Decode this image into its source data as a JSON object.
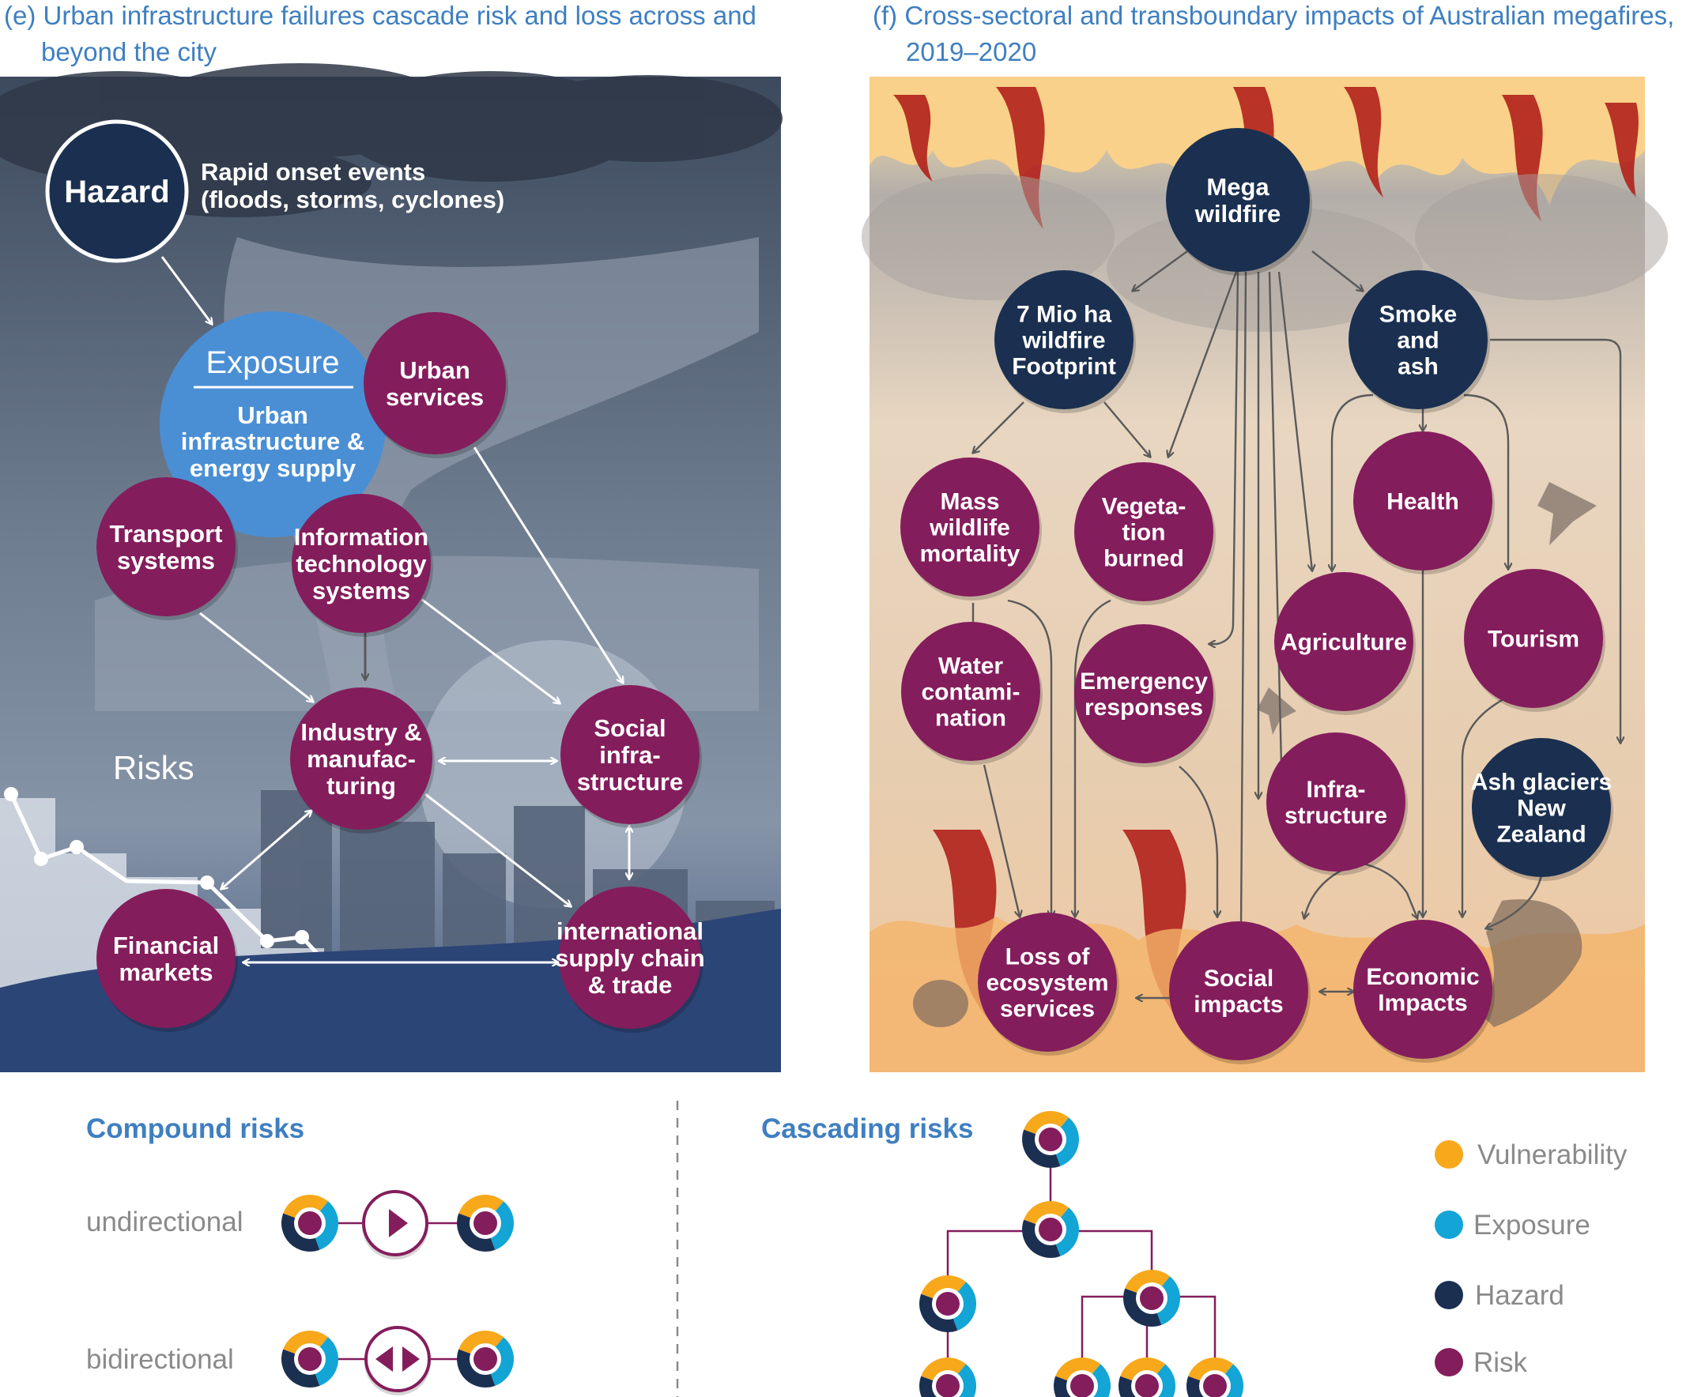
{
  "panel_e": {
    "title_line1": "(e)  Urban infrastructure failures cascade risk and loss across and",
    "title_line2": "beyond the city",
    "hazard": {
      "label": "Hazard",
      "caption_line1": "Rapid onset events",
      "caption_line2": "(floods, storms, cyclones)"
    },
    "exposure": {
      "title": "Exposure",
      "line1": "Urban",
      "line2": "infrastructure &",
      "line3": "energy supply"
    },
    "risks_label": "Risks",
    "nodes": [
      {
        "lines": [
          "Urban",
          "services"
        ]
      },
      {
        "lines": [
          "Transport",
          "systems"
        ]
      },
      {
        "lines": [
          "Information",
          "technology",
          "systems"
        ]
      },
      {
        "lines": [
          "Industry &",
          "manufac-",
          "turing"
        ]
      },
      {
        "lines": [
          "Social",
          "infra-",
          "structure"
        ]
      },
      {
        "lines": [
          "Financial",
          "markets"
        ]
      },
      {
        "lines": [
          "international",
          "supply chain",
          "& trade"
        ]
      }
    ]
  },
  "panel_f": {
    "title_line1": "(f)  Cross-sectoral and transboundary impacts of Australian megafires,",
    "title_line2": "2019–2020",
    "nodes": [
      {
        "lines": [
          "Mega",
          "wildfire"
        ]
      },
      {
        "lines": [
          "7 Mio ha",
          "wildfire",
          "Footprint"
        ]
      },
      {
        "lines": [
          "Smoke",
          "and",
          "ash"
        ]
      },
      {
        "lines": [
          "Mass",
          "wildlife",
          "mortality"
        ]
      },
      {
        "lines": [
          "Vegeta-",
          "tion",
          "burned"
        ]
      },
      {
        "lines": [
          "Health"
        ]
      },
      {
        "lines": [
          "Agriculture"
        ]
      },
      {
        "lines": [
          "Tourism"
        ]
      },
      {
        "lines": [
          "Water",
          "contami-",
          "nation"
        ]
      },
      {
        "lines": [
          "Emergency",
          "responses"
        ]
      },
      {
        "lines": [
          "Infra-",
          "structure"
        ]
      },
      {
        "lines": [
          "Ash glaciers",
          "New",
          "Zealand"
        ]
      },
      {
        "lines": [
          "Loss of",
          "ecosystem",
          "services"
        ]
      },
      {
        "lines": [
          "Social",
          "impacts"
        ]
      },
      {
        "lines": [
          "Economic",
          "Impacts"
        ]
      }
    ]
  },
  "legend": {
    "compound_title": "Compound risks",
    "undirectional": "undirectional",
    "bidirectional": "bidirectional",
    "cascading_title": "Cascading risks",
    "keys": [
      {
        "label": "Vulnerability",
        "color": "#f7a81b"
      },
      {
        "label": "Exposure",
        "color": "#12a5d6"
      },
      {
        "label": "Hazard",
        "color": "#1b3050"
      },
      {
        "label": "Risk",
        "color": "#841d5c"
      }
    ]
  },
  "colors": {
    "title_blue": "#3f7fc0",
    "hazard_navy": "#1b3050",
    "risk_purple": "#841d5c",
    "exposure_blue": "#4a8fd4",
    "vulnerability_orange": "#f7a81b",
    "exposure_cyan": "#12a5d6"
  }
}
